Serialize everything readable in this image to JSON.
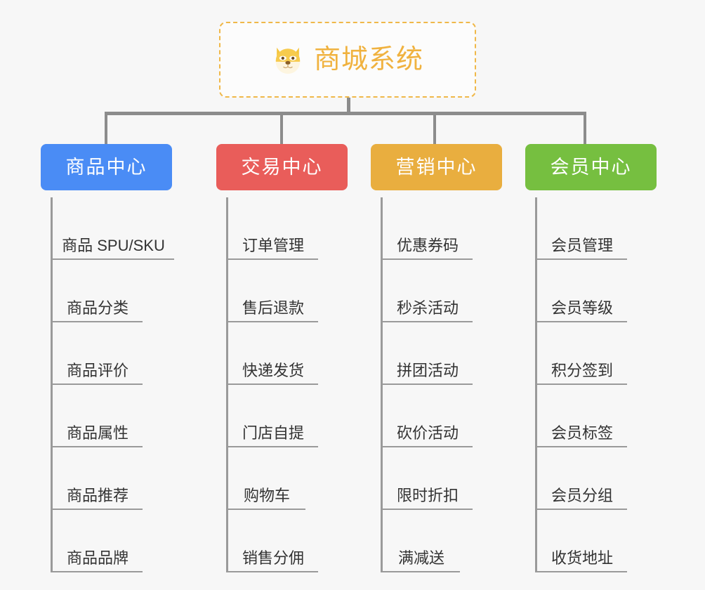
{
  "root": {
    "title": "商城系统",
    "icon": "dog-face-icon",
    "accent_color": "#f0b23f",
    "border_color": "#f0b849"
  },
  "canvas": {
    "background_color": "#f7f7f7",
    "connector_color": "#8c8c8c",
    "leaf_line_color": "#9a9a9a",
    "leaf_text_color": "#333333"
  },
  "branches": [
    {
      "label": "商品中心",
      "color": "#4a8cf5",
      "items": [
        "商品 SPU/SKU",
        "商品分类",
        "商品评价",
        "商品属性",
        "商品推荐",
        "商品品牌"
      ]
    },
    {
      "label": "交易中心",
      "color": "#e95d5a",
      "items": [
        "订单管理",
        "售后退款",
        "快递发货",
        "门店自提",
        "购物车",
        "销售分佣"
      ]
    },
    {
      "label": "营销中心",
      "color": "#e9ae3f",
      "items": [
        "优惠券码",
        "秒杀活动",
        "拼团活动",
        "砍价活动",
        "限时折扣",
        "满减送"
      ]
    },
    {
      "label": "会员中心",
      "color": "#76bf40",
      "items": [
        "会员管理",
        "会员等级",
        "积分签到",
        "会员标签",
        "会员分组",
        "收货地址"
      ]
    }
  ]
}
